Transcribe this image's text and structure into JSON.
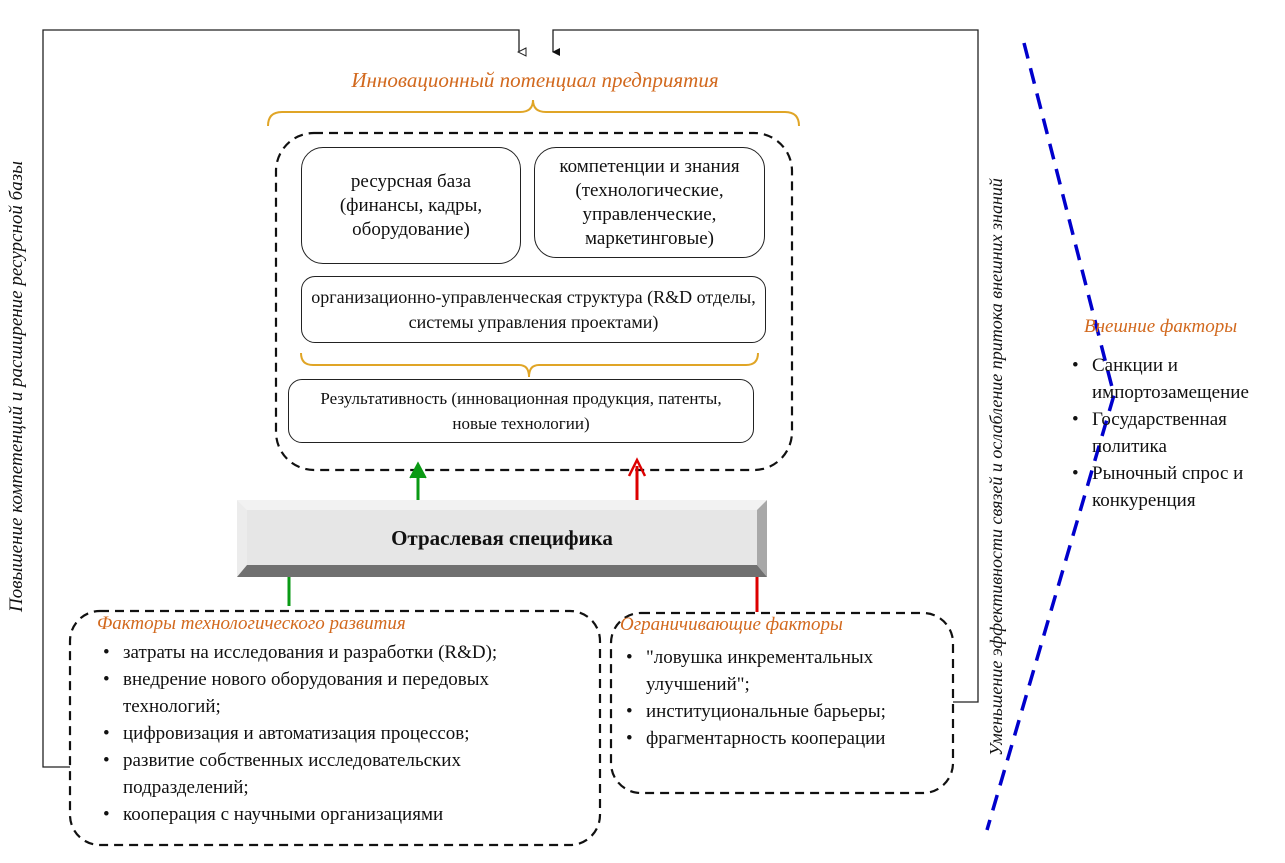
{
  "diagram": {
    "title": "Инновационный потенциал предприятия",
    "potential_components": {
      "resource_base": "ресурсная база (финансы, кадры, оборудование)",
      "competencies": "компетенции и знания (технологические, управленческие, маркетинговые)",
      "org_structure": "организационно-управленческая структура (R&D отделы, системы управления проектами)",
      "effectiveness": "Результативность (инновационная продукция, патенты, новые технологии)"
    },
    "industry_specifics": "Отраслевая специфика",
    "tech_factors": {
      "title": "Факторы технологического развития",
      "items": [
        "затраты на исследования и разработки (R&D);",
        "внедрение нового оборудования и передовых технологий;",
        "цифровизация и автоматизация процессов;",
        "развитие собственных исследовательских подразделений;",
        "кооперация с научными организациями"
      ]
    },
    "limiting_factors": {
      "title": "Ограничивающие факторы",
      "items": [
        "\"ловушка инкрементальных улучшений\";",
        "институциональные барьеры;",
        "фрагментарность кооперации"
      ]
    },
    "external_factors": {
      "title": "Внешние факторы",
      "items": [
        "Санкции и импортозамещение",
        "Государственная политика",
        "Рыночный спрос и конкуренция"
      ]
    },
    "left_feedback_label": "Повышение компетенций и расширение ресурсной базы",
    "right_feedback_label": "Уменьшение эффективности связей и ослабление притока внешних знаний",
    "colors": {
      "accent_orange": "#d2691e",
      "brace_gold": "#e0a526",
      "positive_arrow": "#0a9a14",
      "negative_arrow": "#dd0000",
      "external_divider": "#0000cc"
    }
  }
}
